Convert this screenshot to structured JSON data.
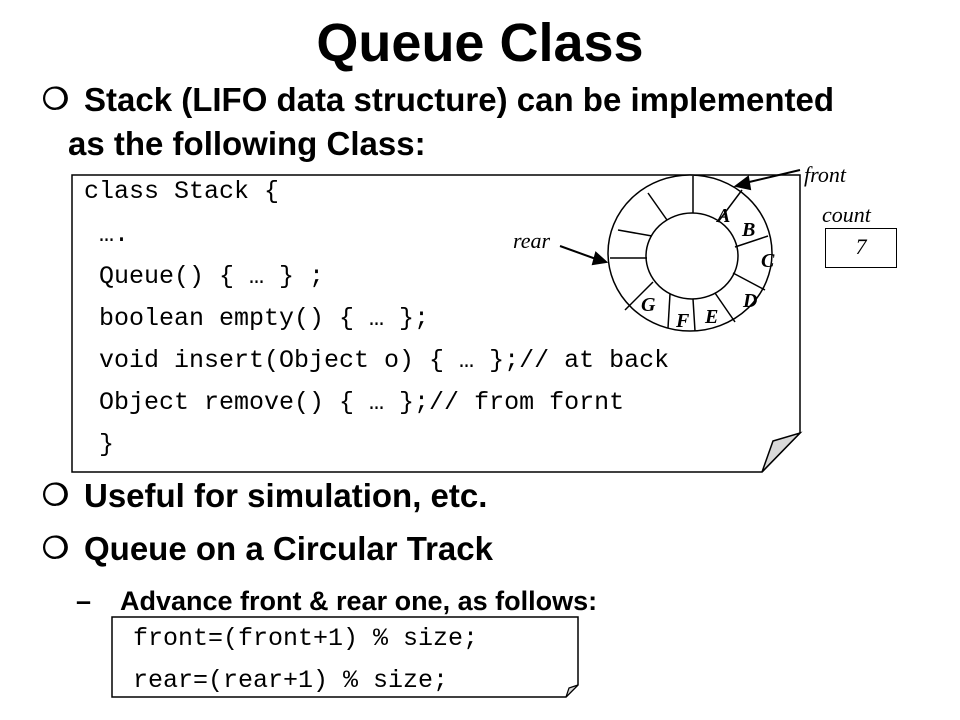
{
  "title": "Queue Class",
  "bullets": [
    {
      "icon": "circle-bullet-icon",
      "line1": "Stack (LIFO data structure) can be implemented",
      "line2": "as the following Class:"
    },
    {
      "icon": "circle-bullet-icon",
      "text": "Useful for simulation, etc."
    },
    {
      "icon": "circle-bullet-icon",
      "text": "Queue on a Circular Track"
    }
  ],
  "sub_bullet": {
    "dash": "–",
    "text": "Advance front & rear one, as follows:"
  },
  "code_main": [
    "class Stack {",
    " ….",
    " Queue() { … } ;",
    " boolean empty() { … };",
    " void insert(Object o) { … };// at back",
    " Object remove() { … };// from fornt",
    " }"
  ],
  "code_advance": [
    "front=(front+1) % size;",
    "rear=(rear+1) % size;"
  ],
  "diagram": {
    "front_label": "front",
    "rear_label": "rear",
    "count_label": "count",
    "count_value": "7",
    "slots": [
      "A",
      "B",
      "C",
      "D",
      "E",
      "F",
      "G"
    ]
  }
}
